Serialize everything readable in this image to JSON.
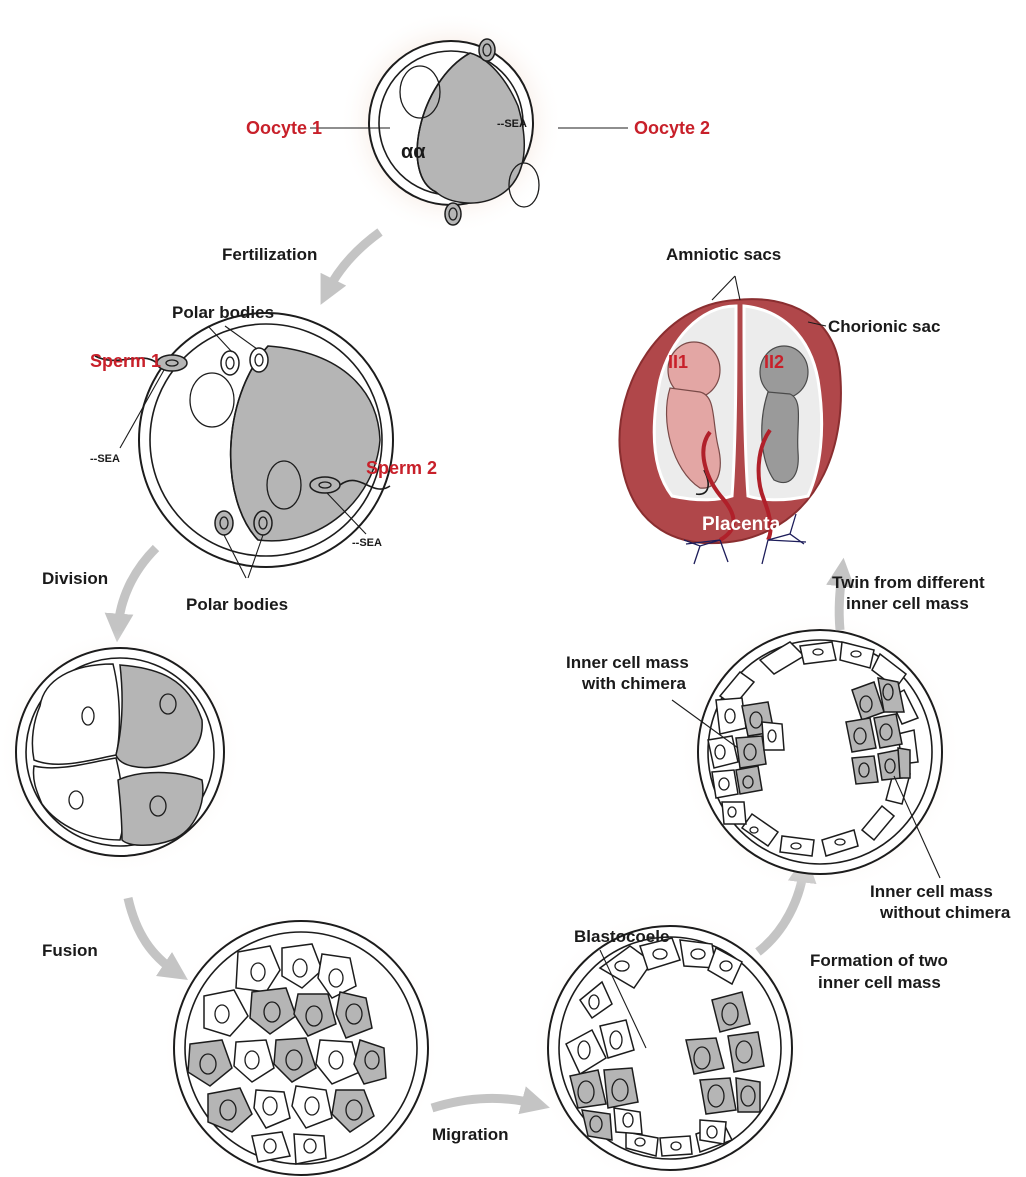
{
  "labels": {
    "oocyte1": "Oocyte 1",
    "oocyte2": "Oocyte 2",
    "alpha": "αα",
    "sea_top": "--SEA",
    "fertilization": "Fertilization",
    "polar_bodies_top": "Polar bodies",
    "sperm1": "Sperm 1",
    "sea_left": "--SEA",
    "sperm2": "Sperm 2",
    "sea_right": "--SEA",
    "polar_bodies_bottom": "Polar bodies",
    "division": "Division",
    "fusion": "Fusion",
    "migration": "Migration",
    "blastocoele": "Blastocoele",
    "formation_line1": "Formation of two",
    "formation_line2": "inner cell mass",
    "icm_with_line1": "Inner cell mass",
    "icm_with_line2": "with chimera",
    "icm_without_line1": "Inner cell mass",
    "icm_without_line2": "without chimera",
    "twin_line1": "Twin from different",
    "twin_line2": "inner cell mass",
    "amniotic_sacs": "Amniotic sacs",
    "chorionic_sac": "Chorionic sac",
    "ii1": "II1",
    "ii2": "II2",
    "placenta": "Placenta"
  },
  "colors": {
    "red_label": "#c8202a",
    "grey_cell": "#b5b5b5",
    "placenta": "#b0474a",
    "fetus1": "#e3a6a4",
    "fetus2": "#9a9a9a",
    "glow": "#f1ddd0"
  }
}
